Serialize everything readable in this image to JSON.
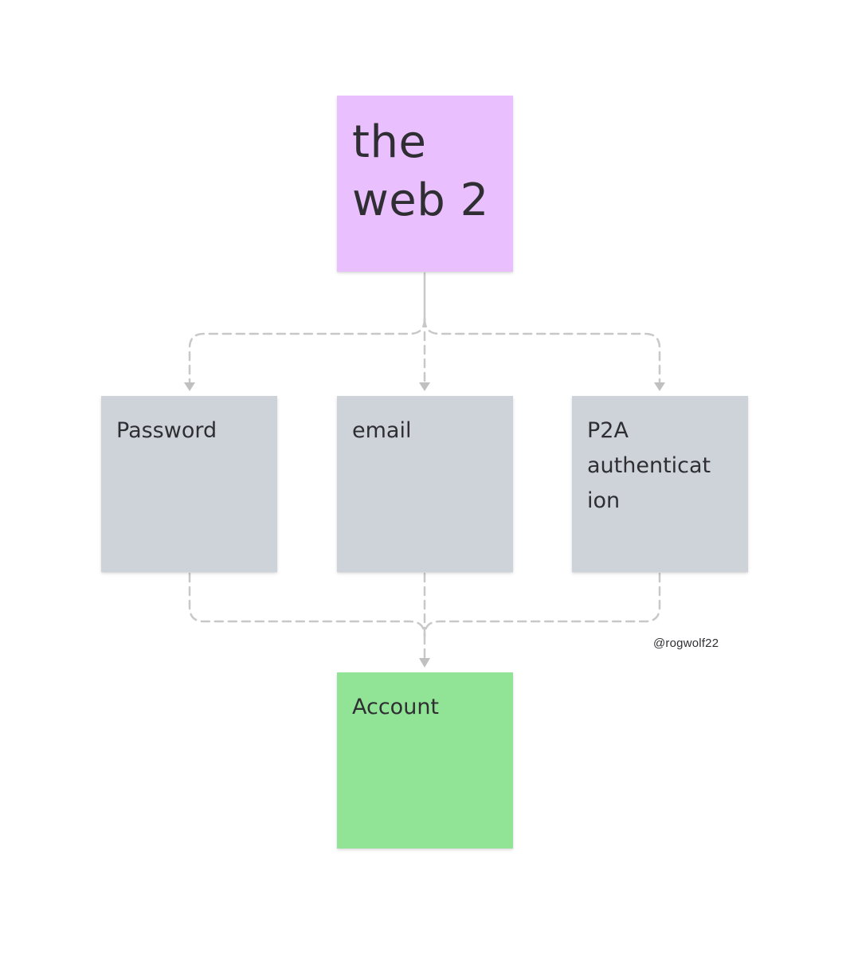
{
  "diagram": {
    "nodes": {
      "top": {
        "label": "the\nweb 2",
        "color": "#e9c0fd"
      },
      "password": {
        "label": "Password",
        "color": "#ced3da"
      },
      "email": {
        "label": "email",
        "color": "#ced3da"
      },
      "p2a": {
        "label": "P2A\nauthenticat\nion",
        "color": "#ced3da"
      },
      "account": {
        "label": "Account",
        "color": "#91e396"
      }
    },
    "edges": [
      {
        "from": "top",
        "to": "password",
        "style": "dashed"
      },
      {
        "from": "top",
        "to": "email",
        "style": "dashed"
      },
      {
        "from": "top",
        "to": "p2a",
        "style": "dashed"
      },
      {
        "from": "password",
        "to": "account",
        "style": "dashed"
      },
      {
        "from": "email",
        "to": "account",
        "style": "dashed"
      },
      {
        "from": "p2a",
        "to": "account",
        "style": "dashed"
      }
    ],
    "connector_color": "#c8c8c8"
  },
  "watermark": "@rogwolf22"
}
